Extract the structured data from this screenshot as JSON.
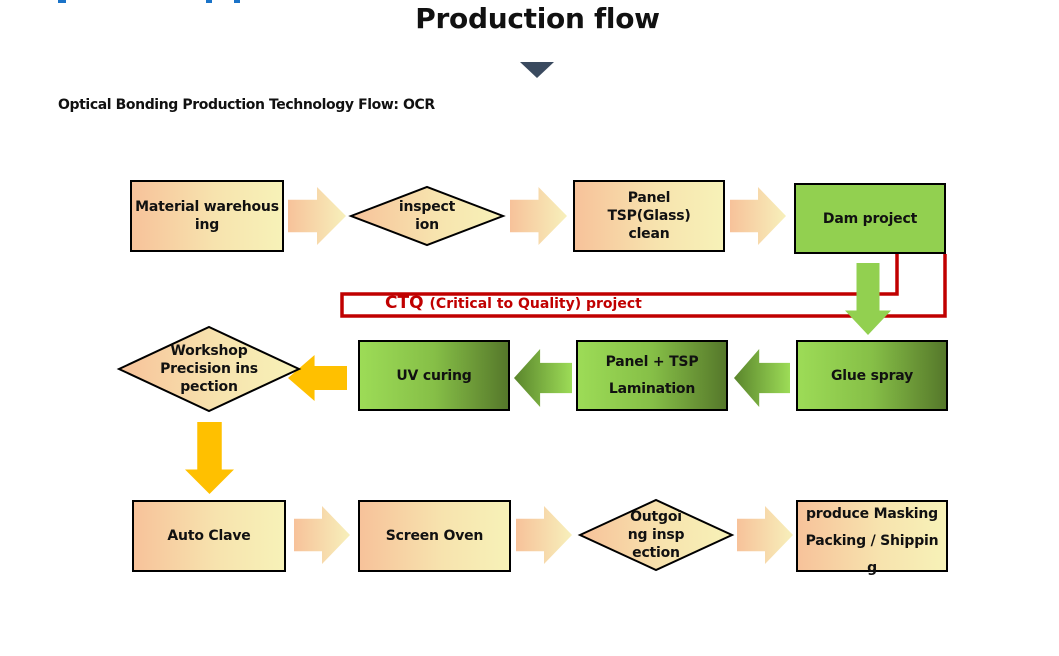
{
  "header": {
    "title": "Production flow",
    "subtitle": "Optical Bonding Production Technology Flow:  OCR"
  },
  "colors": {
    "peach": "#f7c29a",
    "cream": "#f7f2b8",
    "green_light": "#9ddc57",
    "green_dark": "#55772a",
    "green_flat": "#92d050",
    "amber": "#ffc000",
    "ctq_red": "#c00000",
    "marker": "#3a4a5f"
  },
  "ctq": {
    "abbr": "CTQ",
    "text": "(Critical to Quality) project"
  },
  "nodes": [
    {
      "id": "material-warehousing",
      "shape": "rect",
      "style": "peach",
      "label": "Material warehous\ning"
    },
    {
      "id": "inspection",
      "shape": "diamond",
      "style": "peach",
      "label": "inspect\nion"
    },
    {
      "id": "panel-tsp-glass-clean",
      "shape": "rect",
      "style": "peach",
      "label": "Panel\nTSP(Glass)\nclean"
    },
    {
      "id": "dam-project",
      "shape": "rect",
      "style": "green-flat",
      "label": "Dam project"
    },
    {
      "id": "glue-spray",
      "shape": "rect",
      "style": "green",
      "label": "Glue spray"
    },
    {
      "id": "panel-tsp-lamination",
      "shape": "rect",
      "style": "green",
      "label": "Panel + TSP\nLamination"
    },
    {
      "id": "uv-curing",
      "shape": "rect",
      "style": "green",
      "label": "UV curing"
    },
    {
      "id": "workshop-precision-inspection",
      "shape": "diamond",
      "style": "peach",
      "label": "Workshop\nPrecision ins\npection"
    },
    {
      "id": "auto-clave",
      "shape": "rect",
      "style": "peach",
      "label": "Auto Clave"
    },
    {
      "id": "screen-oven",
      "shape": "rect",
      "style": "peach",
      "label": "Screen Oven"
    },
    {
      "id": "outgoing-inspection",
      "shape": "diamond",
      "style": "peach",
      "label": "Outgoi\nng insp\nection"
    },
    {
      "id": "produce-masking-packing-shipping",
      "shape": "rect",
      "style": "peach",
      "label": "produce Masking\nPacking / Shippin\ng"
    }
  ],
  "edges": [
    {
      "from": "material-warehousing",
      "to": "inspection",
      "style": "peach"
    },
    {
      "from": "inspection",
      "to": "panel-tsp-glass-clean",
      "style": "peach"
    },
    {
      "from": "panel-tsp-glass-clean",
      "to": "dam-project",
      "style": "peach"
    },
    {
      "from": "dam-project",
      "to": "glue-spray",
      "style": "green-flat"
    },
    {
      "from": "glue-spray",
      "to": "panel-tsp-lamination",
      "style": "green"
    },
    {
      "from": "panel-tsp-lamination",
      "to": "uv-curing",
      "style": "green"
    },
    {
      "from": "uv-curing",
      "to": "workshop-precision-inspection",
      "style": "amber"
    },
    {
      "from": "workshop-precision-inspection",
      "to": "auto-clave",
      "style": "amber"
    },
    {
      "from": "auto-clave",
      "to": "screen-oven",
      "style": "peach"
    },
    {
      "from": "screen-oven",
      "to": "outgoing-inspection",
      "style": "peach"
    },
    {
      "from": "outgoing-inspection",
      "to": "produce-masking-packing-shipping",
      "style": "peach"
    }
  ]
}
